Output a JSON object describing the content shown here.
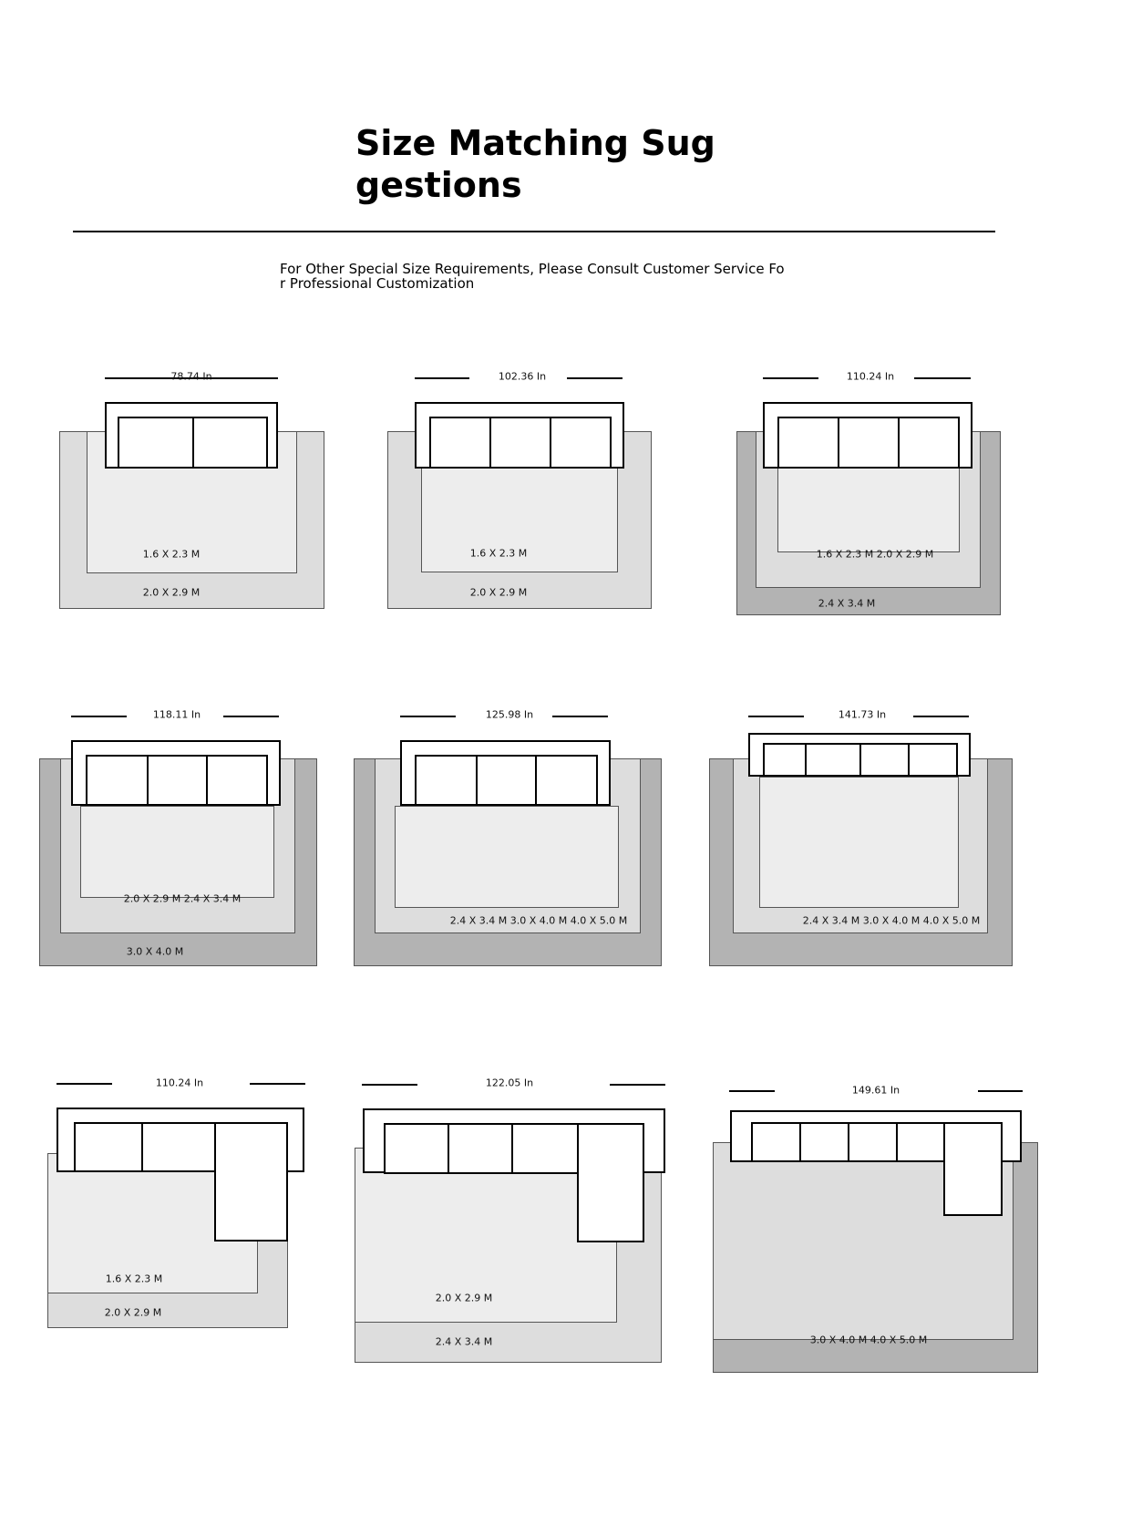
{
  "title": "Size Matching Suggestions",
  "subtitle": "For Other Special Size Requirements, Please Consult Customer Service For Professional Customization",
  "colors": {
    "light": "#ededed",
    "mid": "#dddddd",
    "dark": "#b3b3b3"
  },
  "panels": [
    {
      "width_label": "78.74 In",
      "size_labels": [
        "1.6 X 2.3 M",
        "2.0 X 2.9 M"
      ]
    },
    {
      "width_label": "102.36 In",
      "size_labels": [
        "1.6 X 2.3 M",
        "2.0 X 2.9 M"
      ]
    },
    {
      "width_label": "110.24 In",
      "size_labels": [
        "1.6 X 2.3 M 2.0 X 2.9 M",
        "2.4 X 3.4 M"
      ]
    },
    {
      "width_label": "118.11 In",
      "size_labels": [
        "2.0 X 2.9 M 2.4 X 3.4 M",
        "3.0 X 4.0 M"
      ]
    },
    {
      "width_label": "125.98 In",
      "size_labels": [
        "2.4 X 3.4 M 3.0 X 4.0 M 4.0 X 5.0 M"
      ]
    },
    {
      "width_label": "141.73 In",
      "size_labels": [
        "2.4 X 3.4 M 3.0 X 4.0 M 4.0 X 5.0 M"
      ]
    },
    {
      "width_label": "110.24 In",
      "size_labels": [
        "1.6 X 2.3 M",
        "2.0 X 2.9 M"
      ]
    },
    {
      "width_label": "122.05 In",
      "size_labels": [
        "2.0 X 2.9 M",
        "2.4 X 3.4 M"
      ]
    },
    {
      "width_label": "149.61 In",
      "size_labels": [
        "3.0 X 4.0 M 4.0 X 5.0 M"
      ]
    }
  ]
}
